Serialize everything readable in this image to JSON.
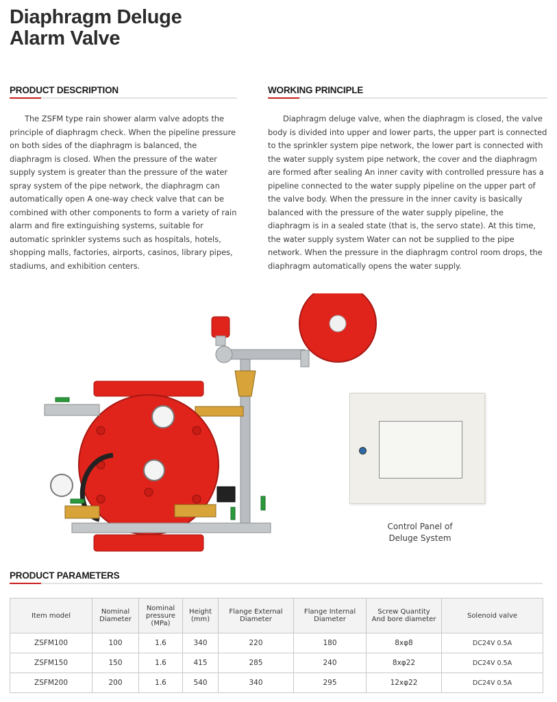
{
  "page": {
    "title_line1": "Diaphragm Deluge",
    "title_line2": "Alarm Valve"
  },
  "description": {
    "heading": "PRODUCT DESCRIPTION",
    "text": "The ZSFM type rain shower alarm valve adopts the principle of diaphragm check. When the pipeline pressure on both sides of the diaphragm is balanced, the diaphragm is closed. When the pressure of the water supply system is greater than the pressure of the water spray system of the pipe network, the diaphragm can automatically open A one-way check valve that can be combined with other components to form a variety of rain alarm and fire extinguishing systems, suitable for automatic sprinkler systems such as hospitals, hotels, shopping malls, factories, airports, casinos, library pipes, stadiums, and exhibition centers."
  },
  "principle": {
    "heading": "WORKING PRINCIPLE",
    "text": "Diaphragm deluge valve, when the diaphragm is closed, the valve body is divided into upper and lower parts, the upper part is connected to the sprinkler system pipe network, the lower part is connected with the water supply system pipe network, the cover and the diaphragm are formed after sealing An inner cavity with controlled pressure has a pipeline connected to the water supply pipeline on the upper part of the valve body. When the pressure in the inner cavity is basically balanced with the pressure of the water supply pipeline, the diaphragm is in a sealed state (that is, the servo state). At this time, the water supply system Water can not be supplied to the pipe network. When the pressure in the diaphragm control room drops, the diaphragm automatically opens the water supply."
  },
  "caption": {
    "line1": "Control Panel of",
    "line2": "Deluge System"
  },
  "parameters": {
    "heading": "PRODUCT PARAMETERS",
    "headers": [
      [
        "Item model"
      ],
      [
        "Nominal",
        "Diameter"
      ],
      [
        "Nominal",
        "pressure",
        "(MPa)"
      ],
      [
        "Height",
        "(mm)"
      ],
      [
        "Flange External",
        "Diameter"
      ],
      [
        "Flange Internal",
        "Diameter"
      ],
      [
        "Screw Quantity",
        "And bore diameter"
      ],
      [
        "Solenoid valve"
      ]
    ],
    "rows": [
      [
        "ZSFM100",
        "100",
        "1.6",
        "340",
        "220",
        "180",
        "8xφ8",
        "DC24V 0.5A"
      ],
      [
        "ZSFM150",
        "150",
        "1.6",
        "415",
        "285",
        "240",
        "8xφ22",
        "DC24V 0.5A"
      ],
      [
        "ZSFM200",
        "200",
        "1.6",
        "540",
        "340",
        "295",
        "12xφ22",
        "DC24V 0.5A"
      ]
    ]
  },
  "colors": {
    "accent": "#c8201c",
    "valve_red": "#e0241b",
    "heading": "#1a1a1a"
  }
}
